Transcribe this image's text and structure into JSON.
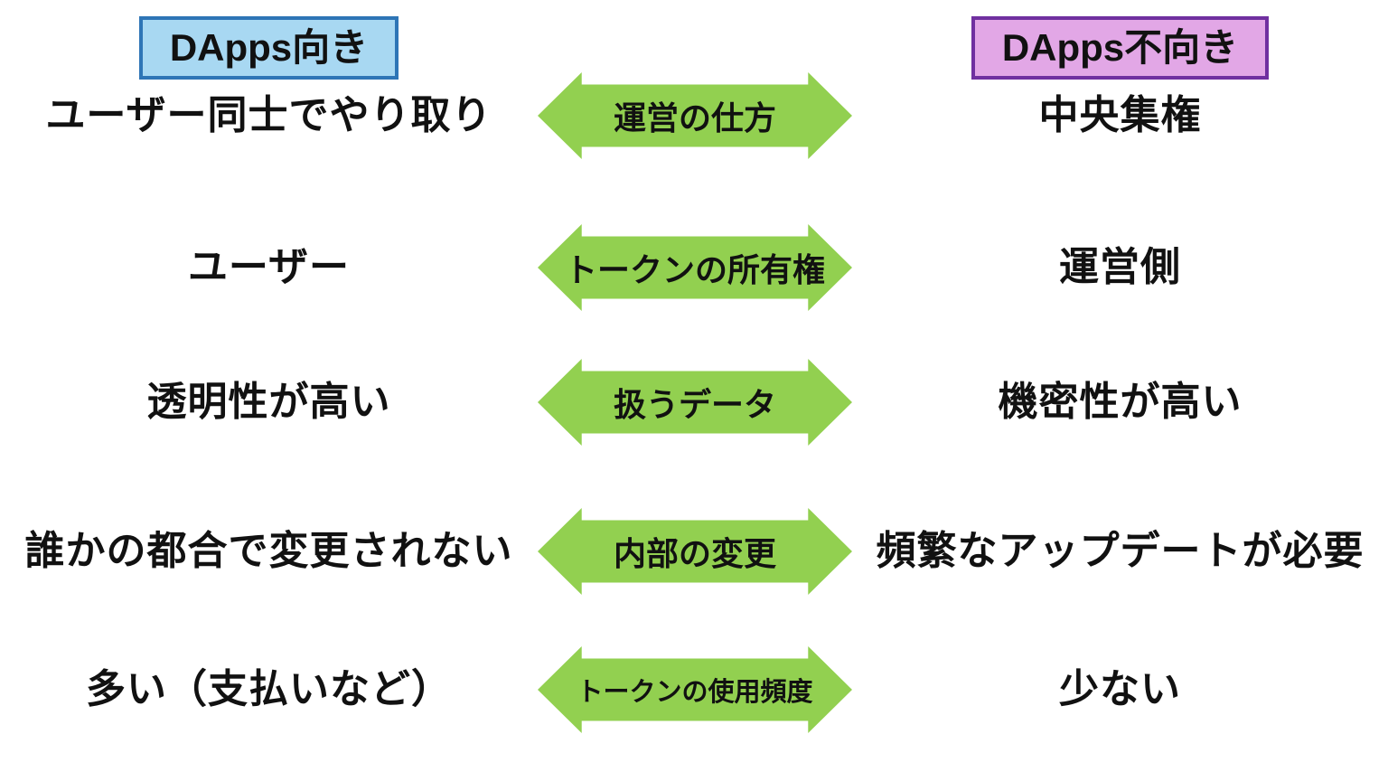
{
  "columns": {
    "left": {
      "label": "DApps向き",
      "fill": "#A8D8F2",
      "border": "#2E75B6"
    },
    "right": {
      "label": "DApps不向き",
      "fill": "#E2A7E6",
      "border": "#7030A0"
    }
  },
  "arrow": {
    "fill": "#92D050"
  },
  "rows": [
    {
      "left": "ユーザー同士でやり取り",
      "center": "運営の仕方",
      "right": "中央集権"
    },
    {
      "left": "ユーザー",
      "center": "トークンの所有権",
      "right": "運営側"
    },
    {
      "left": "透明性が高い",
      "center": "扱うデータ",
      "right": "機密性が高い"
    },
    {
      "left": "誰かの都合で変更されない",
      "center": "内部の変更",
      "right": "頻繁なアップデートが必要"
    },
    {
      "left": "多い（支払いなど）",
      "center": "トークンの使用頻度",
      "right": "少ない"
    }
  ]
}
